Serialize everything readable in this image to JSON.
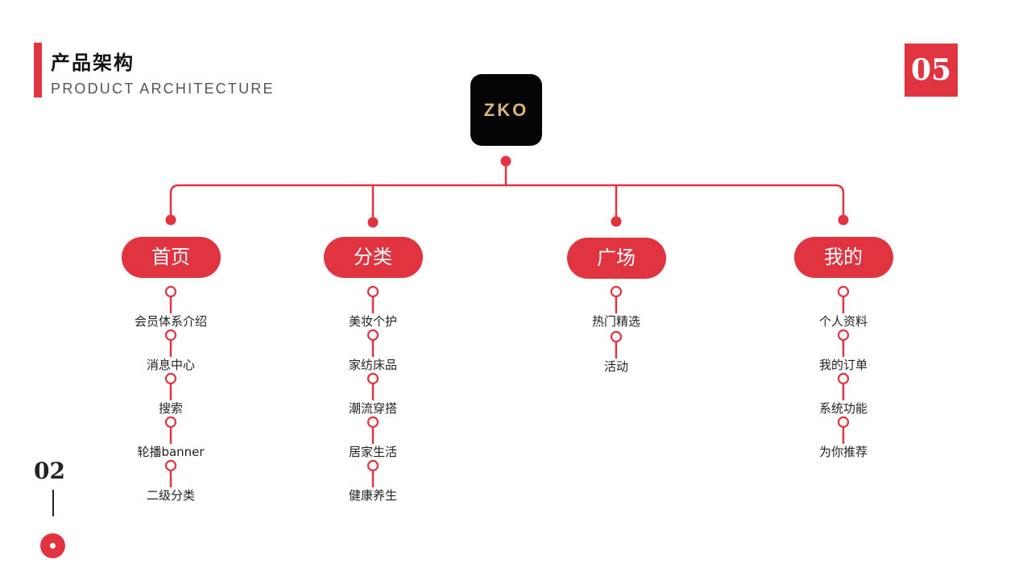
{
  "header": {
    "title": "产品架构",
    "subtitle": "PRODUCT ARCHITECTURE",
    "page_number": "05"
  },
  "logo": {
    "text": "ZKO"
  },
  "tree": {
    "branches": [
      {
        "label": "首页",
        "children": [
          "会员体系介绍",
          "消息中心",
          "搜索",
          "轮播banner",
          "二级分类"
        ]
      },
      {
        "label": "分类",
        "children": [
          "美妆个护",
          "家纺床品",
          "潮流穿搭",
          "居家生活",
          "健康养生"
        ]
      },
      {
        "label": "广场",
        "children": [
          "热门精选",
          "活动"
        ]
      },
      {
        "label": "我的",
        "children": [
          "个人资料",
          "我的订单",
          "系统功能",
          "为你推荐"
        ]
      }
    ]
  },
  "footer": {
    "slide_number": "02"
  },
  "colors": {
    "accent": "#e03440",
    "dark": "#050505",
    "logo_gold": "#d8b878"
  }
}
